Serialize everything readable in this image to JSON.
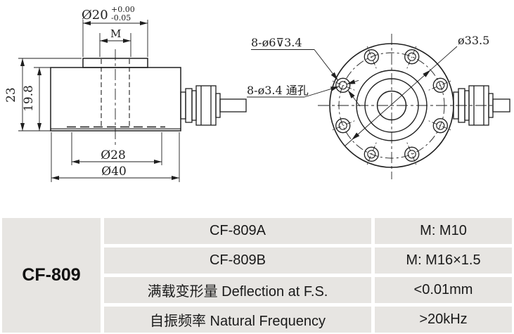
{
  "drawing": {
    "left_view": {
      "dim_top_diameter": "Ø20",
      "dim_top_tol_plus": "+0.00",
      "dim_top_tol_minus": "-0.05",
      "dim_thread": "M",
      "dim_height_total": "23",
      "dim_height_body": "19.8",
      "dim_diameter_28": "Ø28",
      "dim_diameter_40": "Ø40"
    },
    "right_view": {
      "label_counterbore": "8-ø6⊽3.4",
      "label_through_hole": "8-ø3.4 通孔",
      "dim_bolt_circle_diameter": "ø33.5"
    }
  },
  "table": {
    "model": "CF-809",
    "rows": [
      {
        "name": "CF-809A",
        "value": "M: M10"
      },
      {
        "name": "CF-809B",
        "value": "M: M16×1.5"
      },
      {
        "name": "满载变形量 Deflection at F.S.",
        "value": "<0.01mm"
      },
      {
        "name": "自振频率 Natural Frequency",
        "value": ">20kHz"
      }
    ]
  },
  "colors": {
    "line": "#1f1f1f",
    "cell_bg": "#e7e5e2",
    "text": "#1a1a1a"
  }
}
